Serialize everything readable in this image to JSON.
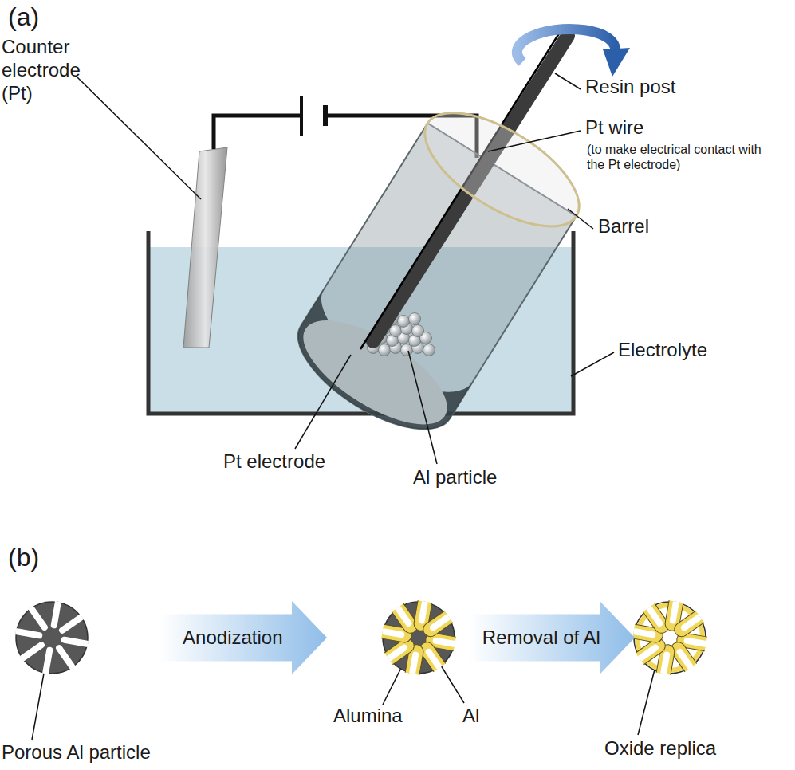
{
  "diagram": {
    "nodes": [
      {
        "text": [
          "Anodization"
        ]
      },
      {
        "text": [
          "Removal of Al"
        ]
      }
    ],
    "labels": [
      "(a)",
      "Counter electrode (Pt)",
      "Resin post",
      "Pt wire",
      "(to make electrical contact with the Pt electrode)",
      "Barrel",
      "Electrolyte",
      "Pt electrode",
      "Al particle",
      "(b)",
      "Porous Al particle",
      "Alumina",
      "Al",
      "Oxide replica"
    ]
  }
}
